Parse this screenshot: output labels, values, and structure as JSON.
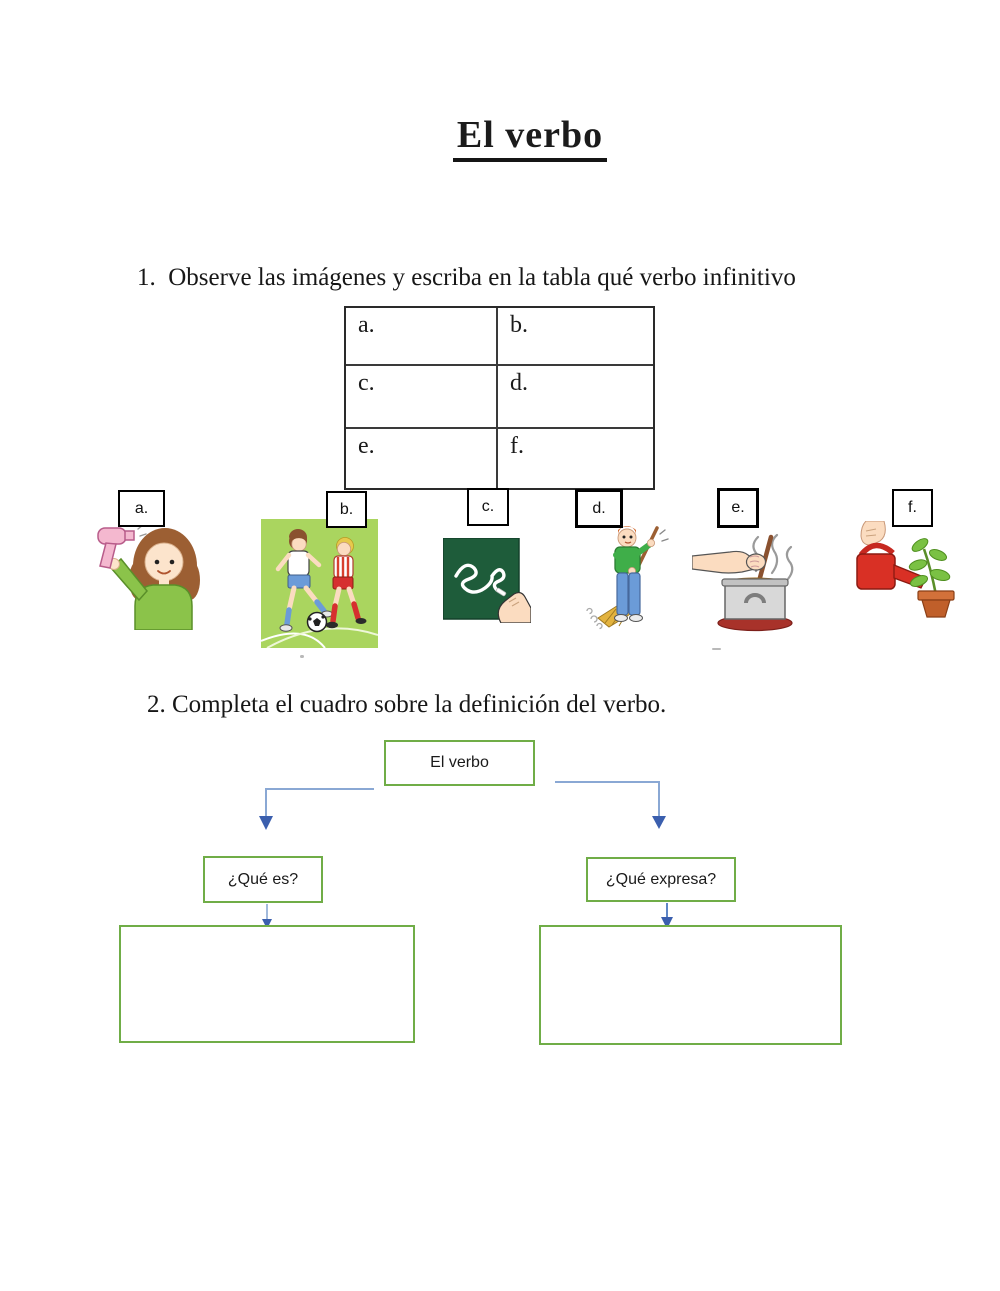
{
  "title": "El verbo",
  "exercise1": {
    "instruction": "1.  Observe las imágenes y escriba en la tabla qué verbo infinitivo",
    "table_labels": [
      "a.",
      "b.",
      "c.",
      "d.",
      "e.",
      "f."
    ],
    "image_tags": [
      "a.",
      "b.",
      "c.",
      "d.",
      "e.",
      "f."
    ],
    "image_names": [
      "drying-hair",
      "playing-soccer",
      "writing-on-chalkboard",
      "sweeping",
      "cooking-stirring-pot",
      "watering-plant"
    ]
  },
  "exercise2": {
    "instruction": "2. Completa el cuadro sobre la definición del verbo.",
    "diagram": {
      "root": "El verbo",
      "left_question": "¿Qué es?",
      "right_question": "¿Qué expresa?",
      "left_answer": "",
      "right_answer": ""
    }
  },
  "colors": {
    "diagram_box_border": "#70ad47",
    "connector_line": "#8aa8d4",
    "arrowhead": "#3b5fae",
    "table_border": "#2a2a2a"
  }
}
